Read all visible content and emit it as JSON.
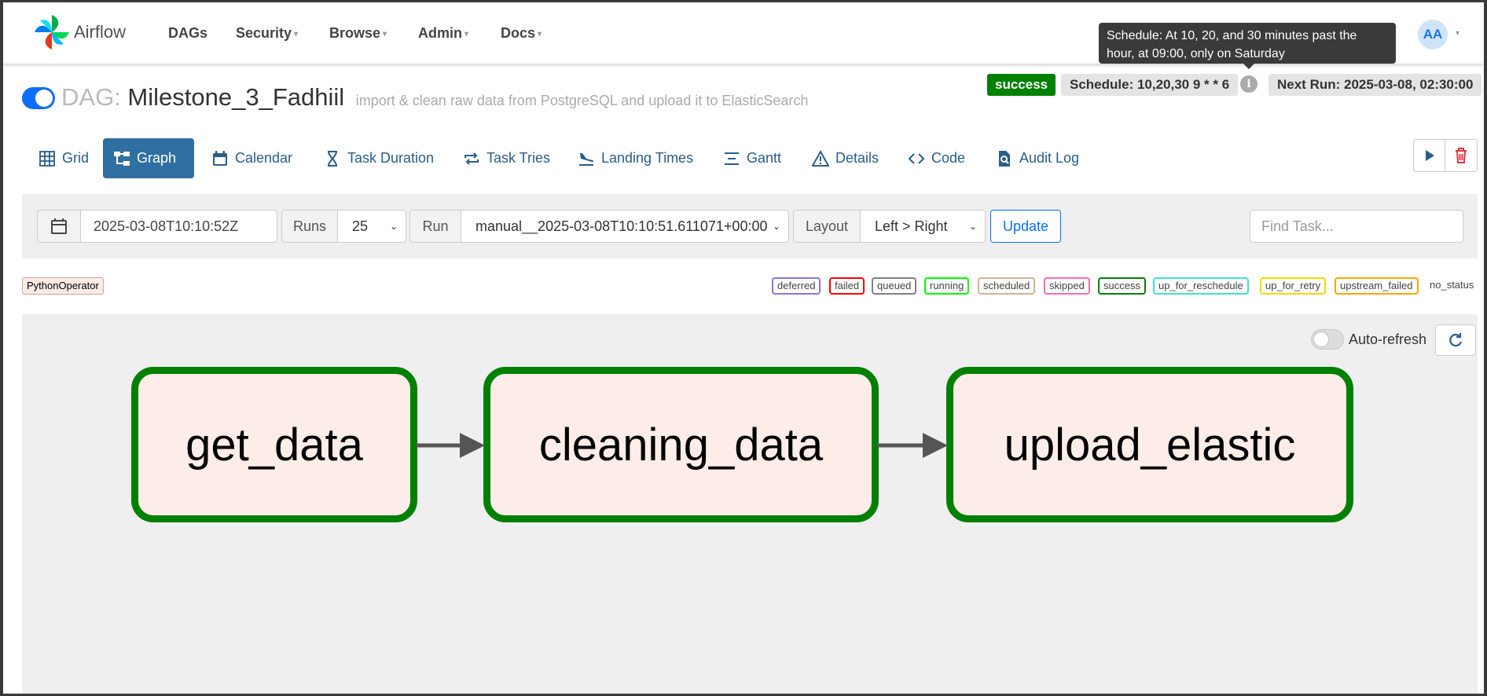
{
  "brand": {
    "name": "Airflow"
  },
  "nav": {
    "items": [
      {
        "label": "DAGs",
        "dropdown": false
      },
      {
        "label": "Security",
        "dropdown": true
      },
      {
        "label": "Browse",
        "dropdown": true
      },
      {
        "label": "Admin",
        "dropdown": true
      },
      {
        "label": "Docs",
        "dropdown": true
      }
    ],
    "user_initials": "AA"
  },
  "tooltip": {
    "text": "Schedule: At 10, 20, and 30 minutes past the hour, at 09:00, only on Saturday"
  },
  "dag": {
    "prefix": "DAG:",
    "name": "Milestone_3_Fadhiil",
    "description": "import & clean raw data from PostgreSQL and upload it to ElasticSearch",
    "paused": false,
    "status": "success",
    "schedule": "Schedule: 10,20,30 9 * * 6",
    "next_run": "Next Run: 2025-03-08, 02:30:00"
  },
  "tabs": [
    {
      "label": "Grid",
      "icon": "grid-icon",
      "active": false
    },
    {
      "label": "Graph",
      "icon": "graph-icon",
      "active": true
    },
    {
      "label": "Calendar",
      "icon": "calendar-icon",
      "active": false
    },
    {
      "label": "Task Duration",
      "icon": "hourglass-icon",
      "active": false
    },
    {
      "label": "Task Tries",
      "icon": "repeat-icon",
      "active": false
    },
    {
      "label": "Landing Times",
      "icon": "plane-landing-icon",
      "active": false
    },
    {
      "label": "Gantt",
      "icon": "gantt-icon",
      "active": false
    },
    {
      "label": "Details",
      "icon": "warning-triangle-icon",
      "active": false
    },
    {
      "label": "Code",
      "icon": "code-icon",
      "active": false
    },
    {
      "label": "Audit Log",
      "icon": "audit-log-icon",
      "active": false
    }
  ],
  "filters": {
    "base_date": "2025-03-08T10:10:52Z",
    "runs_label": "Runs",
    "runs_value": "25",
    "run_label": "Run",
    "run_value": "manual__2025-03-08T10:10:51.611071+00:00",
    "layout_label": "Layout",
    "layout_value": "Left > Right",
    "update_label": "Update",
    "find_task_placeholder": "Find Task..."
  },
  "operator_legend": {
    "label": "PythonOperator",
    "color": "#fdebe6"
  },
  "state_legend": [
    {
      "label": "deferred",
      "color": "#9370db"
    },
    {
      "label": "failed",
      "color": "#ff0000"
    },
    {
      "label": "queued",
      "color": "#808080"
    },
    {
      "label": "running",
      "color": "#00ff00"
    },
    {
      "label": "scheduled",
      "color": "#d2b48c"
    },
    {
      "label": "skipped",
      "color": "#ff69b4"
    },
    {
      "label": "success",
      "color": "#008000"
    },
    {
      "label": "up_for_reschedule",
      "color": "#40e0d0"
    },
    {
      "label": "up_for_retry",
      "color": "#ffd700"
    },
    {
      "label": "upstream_failed",
      "color": "#ffa500"
    },
    {
      "label": "no_status",
      "color": null
    }
  ],
  "graph": {
    "auto_refresh_label": "Auto-refresh",
    "auto_refresh_on": false,
    "nodes": [
      {
        "id": "get_data",
        "state": "success"
      },
      {
        "id": "cleaning_data",
        "state": "success"
      },
      {
        "id": "upload_elastic",
        "state": "success"
      }
    ],
    "edges": [
      {
        "from": "get_data",
        "to": "cleaning_data"
      },
      {
        "from": "cleaning_data",
        "to": "upload_elastic"
      }
    ]
  }
}
